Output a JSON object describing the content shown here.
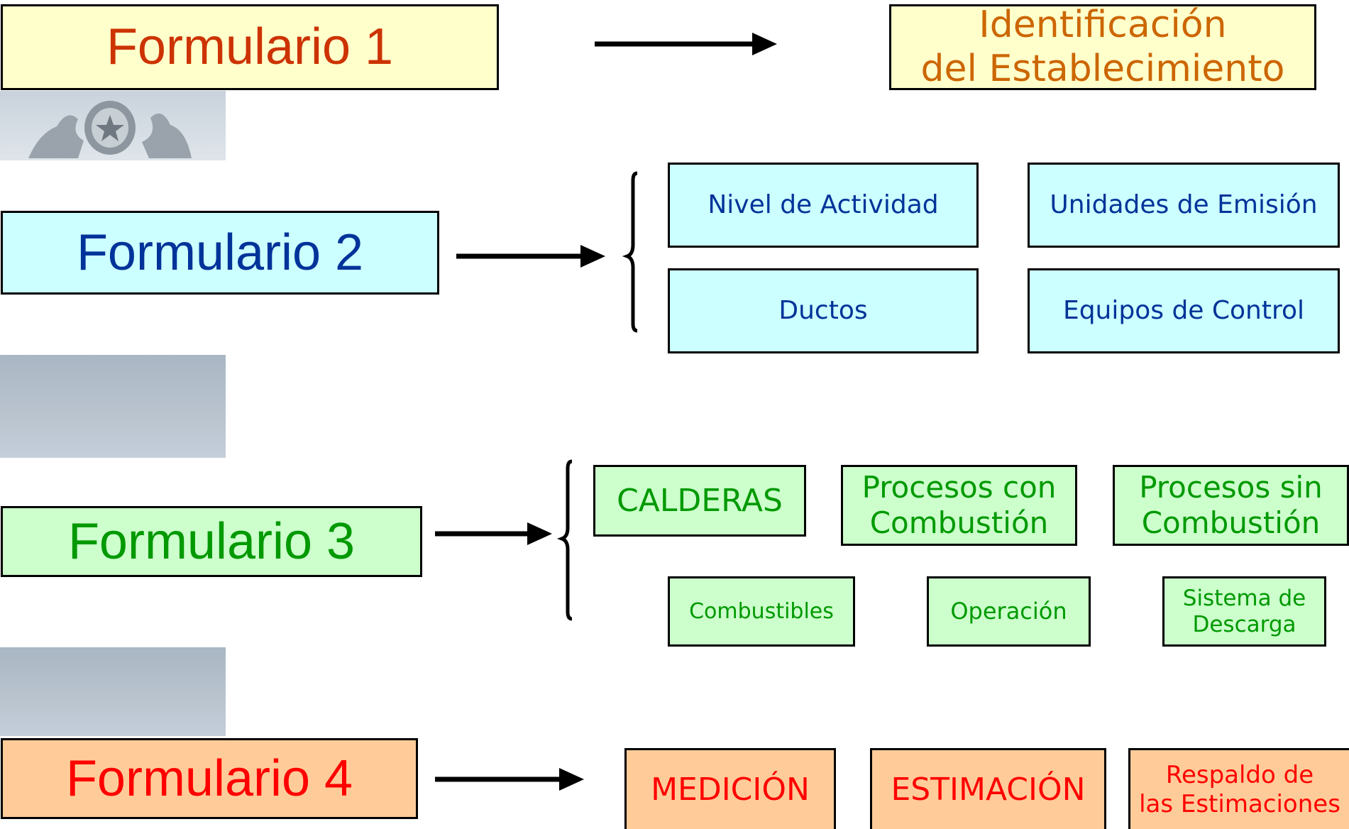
{
  "forms": {
    "f1": {
      "label": "Formulario 1",
      "color": "#cc3300",
      "bg": "#ffffcc"
    },
    "f2": {
      "label": "Formulario 2",
      "color": "#003399",
      "bg": "#ccffff"
    },
    "f3": {
      "label": "Formulario 3",
      "color": "#009900",
      "bg": "#ccffcc"
    },
    "f4": {
      "label": "Formulario 4",
      "color": "#ff0000",
      "bg": "#ffcc99"
    }
  },
  "f1_items": {
    "ident_line1": "Identificación",
    "ident_line2": "del Establecimiento"
  },
  "f2_items": {
    "nivel": "Nivel de Actividad",
    "unidades": "Unidades de Emisión",
    "ductos": "Ductos",
    "equipos": "Equipos de Control"
  },
  "f3_items": {
    "calderas": "CALDERAS",
    "con_line1": "Procesos con",
    "con_line2": "Combustión",
    "sin_line1": "Procesos sin",
    "sin_line2": "Combustión",
    "combustibles": "Combustibles",
    "operacion": "Operación",
    "sistema_line1": "Sistema de",
    "sistema_line2": "Descarga"
  },
  "f4_items": {
    "medicion": "MEDICIÓN",
    "estimacion": "ESTIMACIÓN",
    "respaldo_line1": "Respaldo de",
    "respaldo_line2": "las Estimaciones"
  },
  "icons": [
    "coat-of-arms-icon"
  ]
}
